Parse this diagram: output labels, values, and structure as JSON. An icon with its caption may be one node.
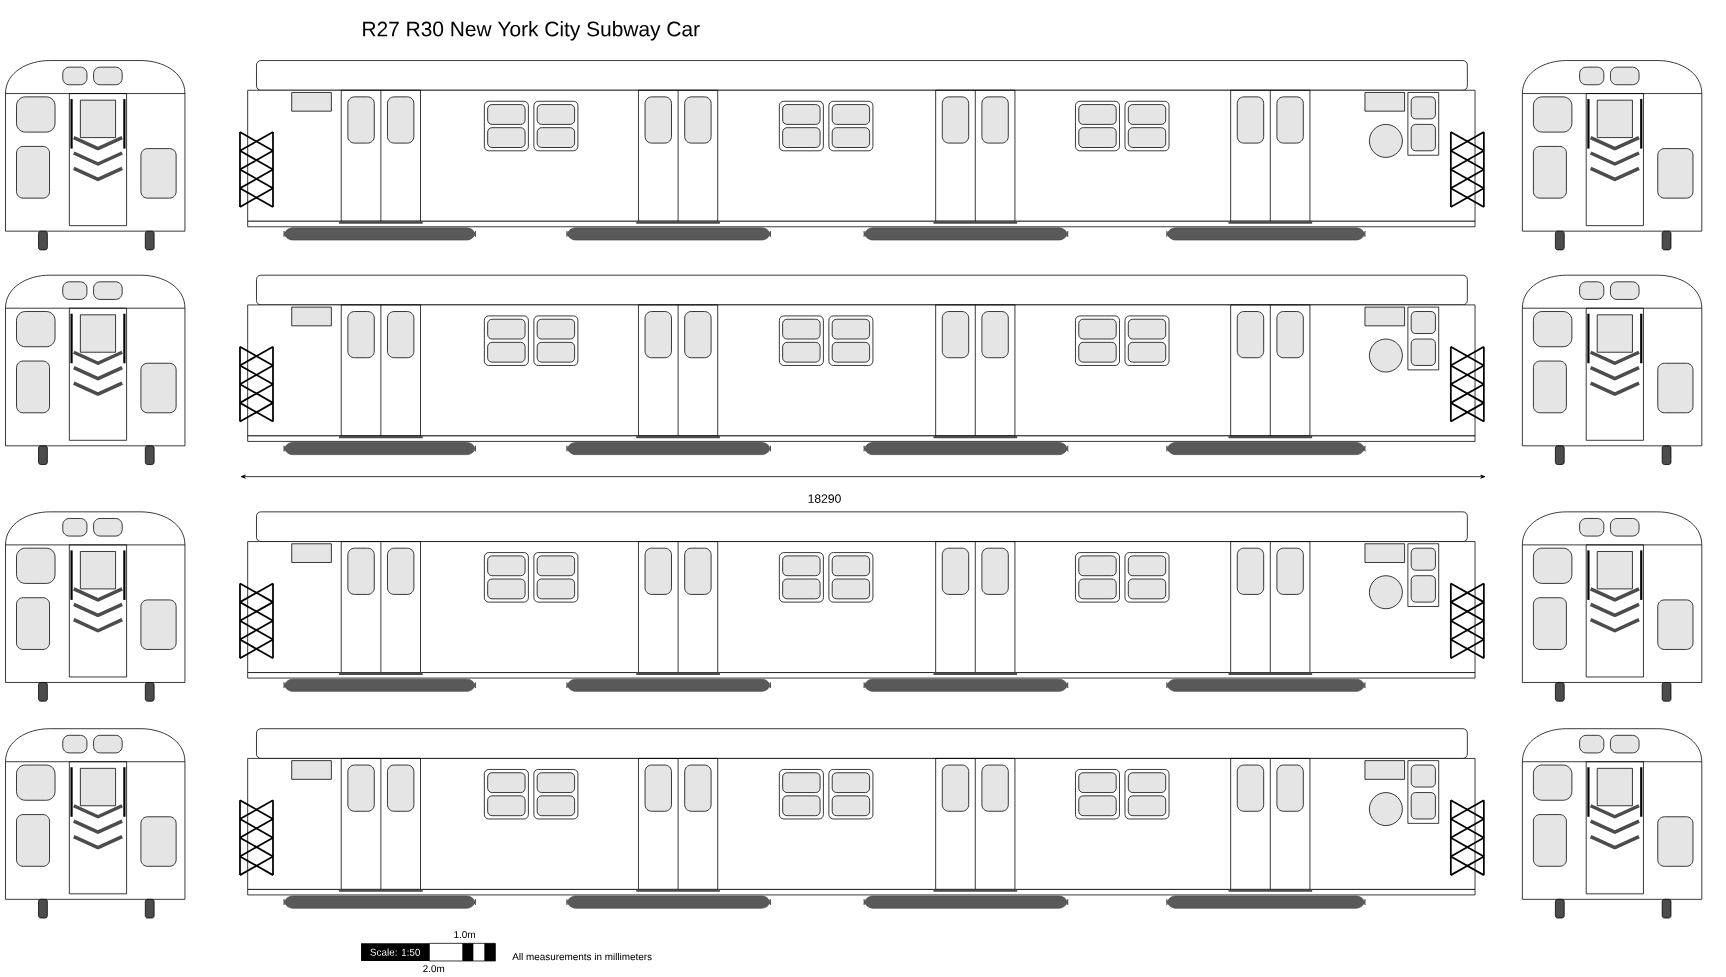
{
  "diagram": {
    "title": "R27 R30 New York City Subway Car",
    "labels": [
      "18290",
      "Scale: 1:50",
      "1.0m",
      "2.0m",
      "All measurements in millimeters"
    ]
  }
}
